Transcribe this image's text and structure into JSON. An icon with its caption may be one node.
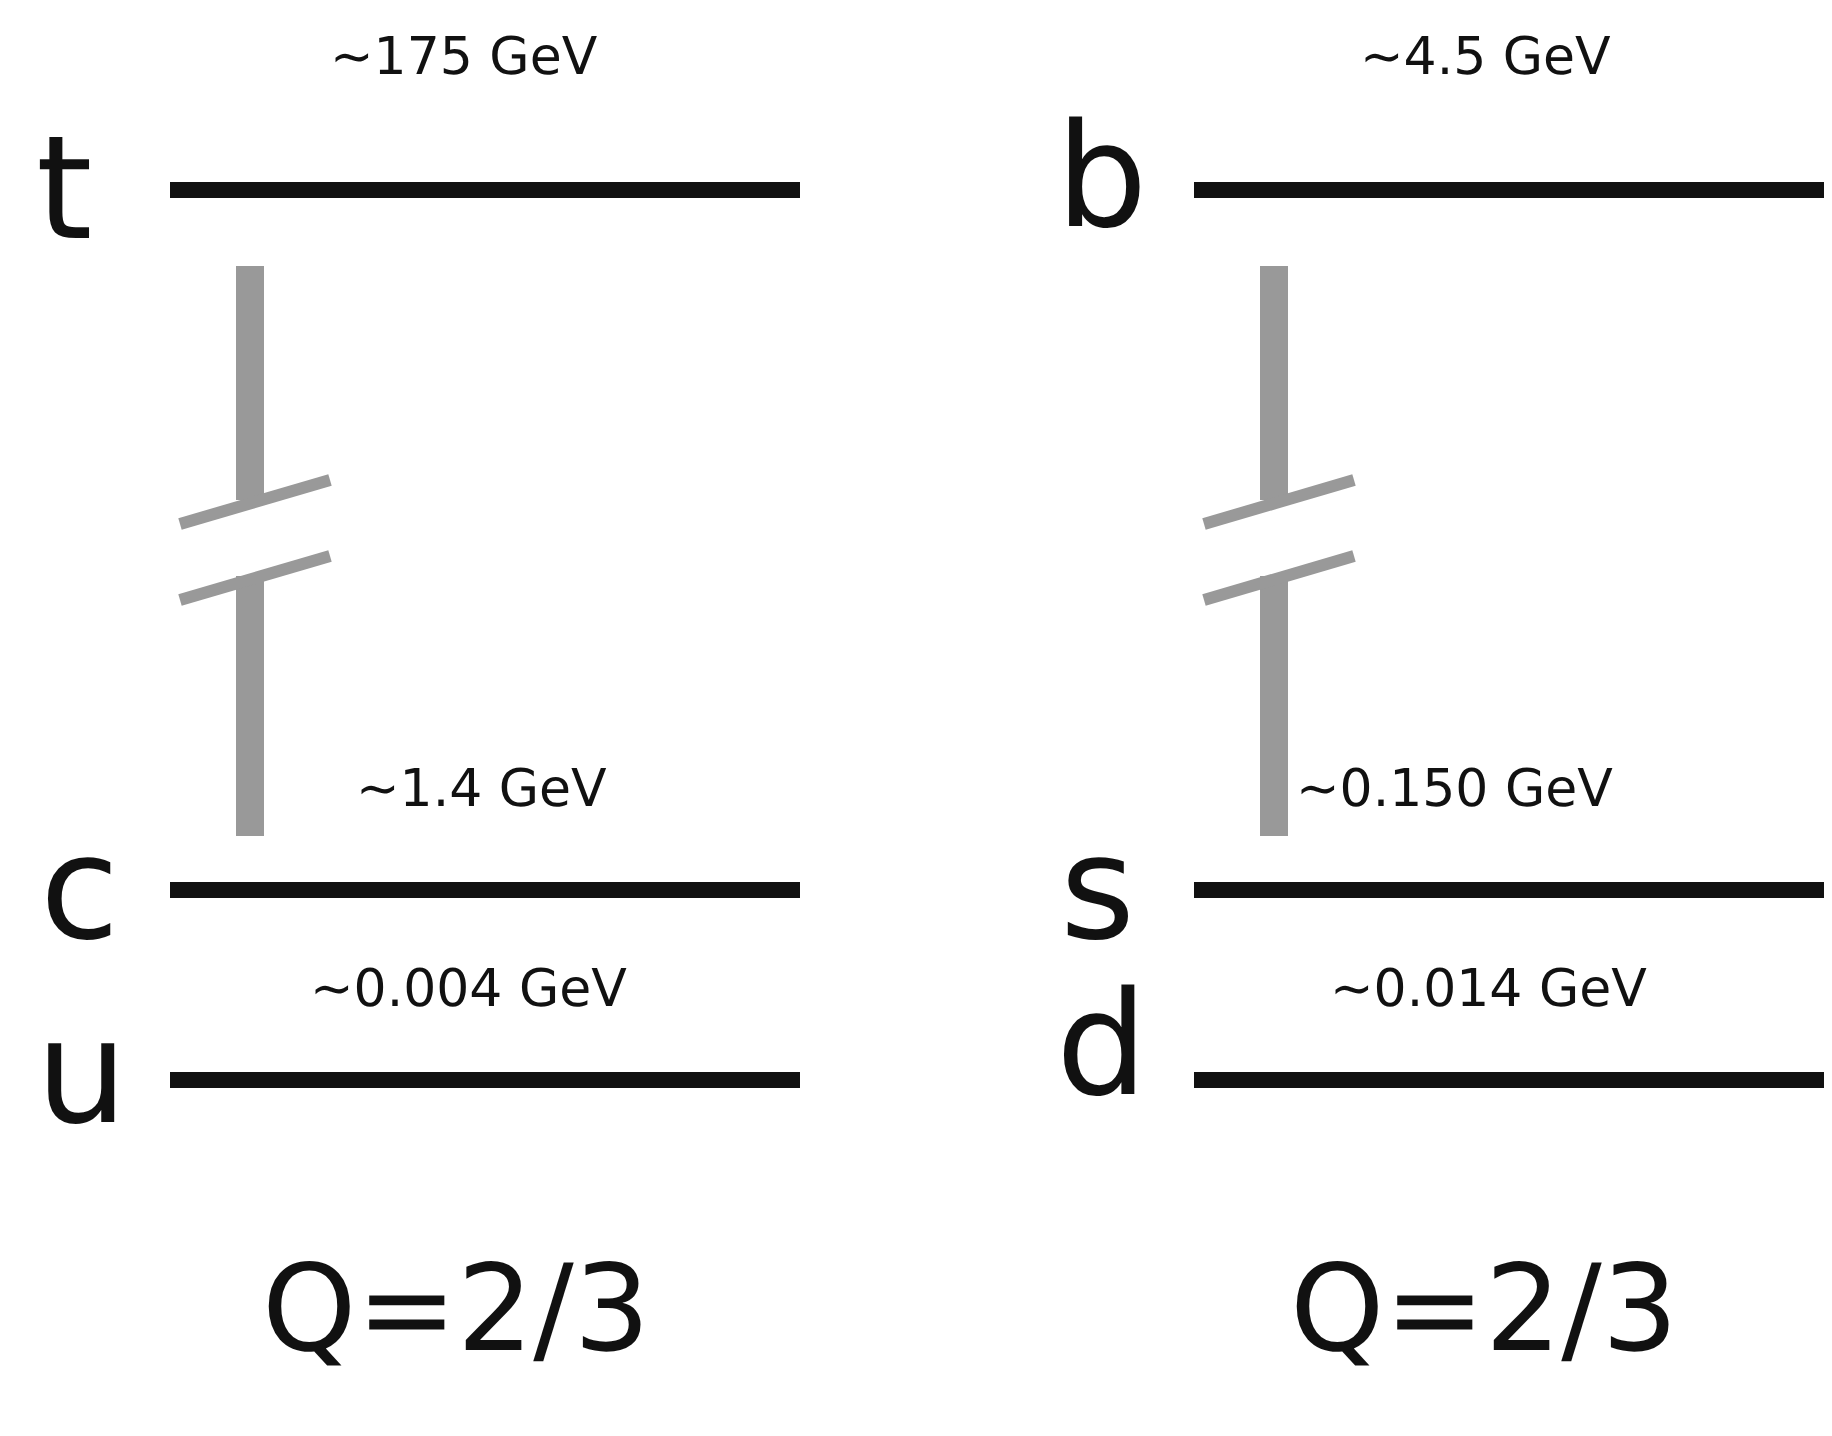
{
  "diagram": {
    "labels": [
      "~175 GeV",
      "~4.5 GeV",
      "t",
      "b",
      "~1.4 GeV",
      "~0.150 GeV",
      "c",
      "s",
      "~0.004 GeV",
      "~0.014 GeV",
      "u",
      "d",
      "Q=2/3",
      "Q=2/3"
    ]
  }
}
